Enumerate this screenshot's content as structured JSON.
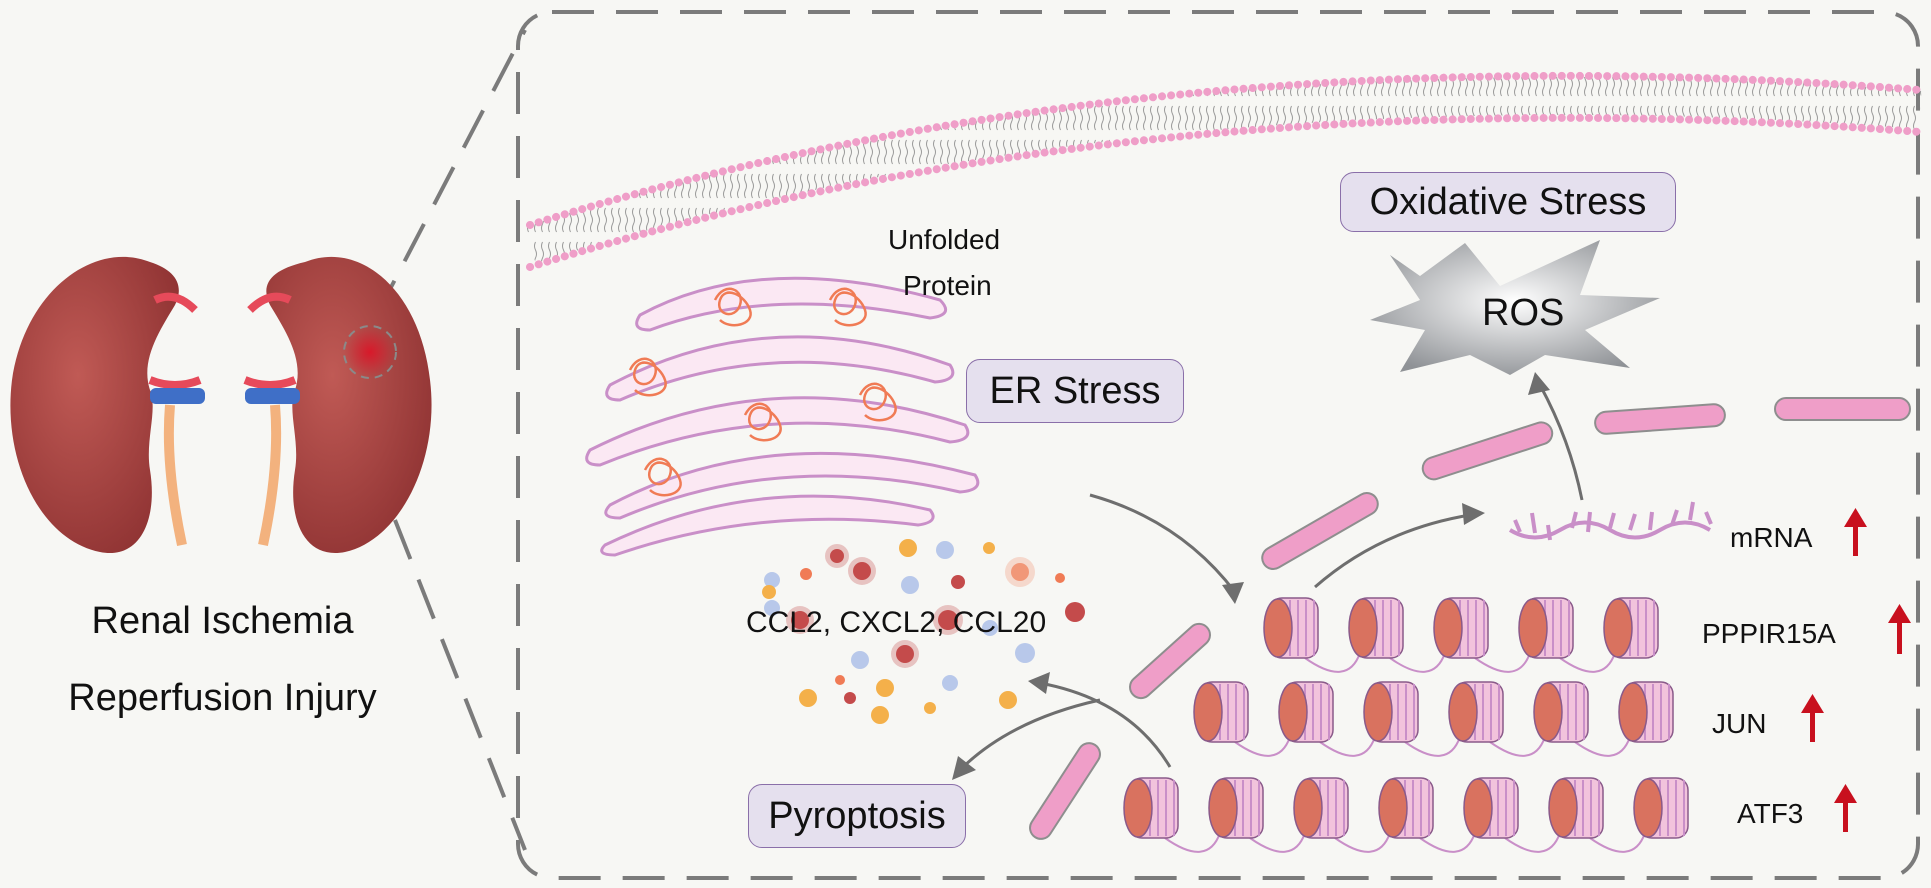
{
  "left": {
    "line1": "Renal Ischemia",
    "line2": "Reperfusion Injury"
  },
  "labels": {
    "oxidative_stress": "Oxidative Stress",
    "ros": "ROS",
    "er_stress": "ER Stress",
    "unfolded_1": "Unfolded",
    "unfolded_2": "Protein",
    "pyroptosis": "Pyroptosis",
    "cytokines": "CCL2, CXCL2, CCL20",
    "mrna": "mRNA"
  },
  "genes": [
    {
      "name": "PPPIR15A",
      "trend": "up"
    },
    {
      "name": "JUN",
      "trend": "up"
    },
    {
      "name": "ATF3",
      "trend": "up"
    }
  ],
  "colors": {
    "kidney": "#a9413e",
    "membrane": "#ef9ec8",
    "er": "#c98fc8",
    "nucleosome": "#d9725f",
    "up_arrow": "#c8101e",
    "pill_bg": "#e5e0ee",
    "pill_border": "#8a6fa9"
  }
}
